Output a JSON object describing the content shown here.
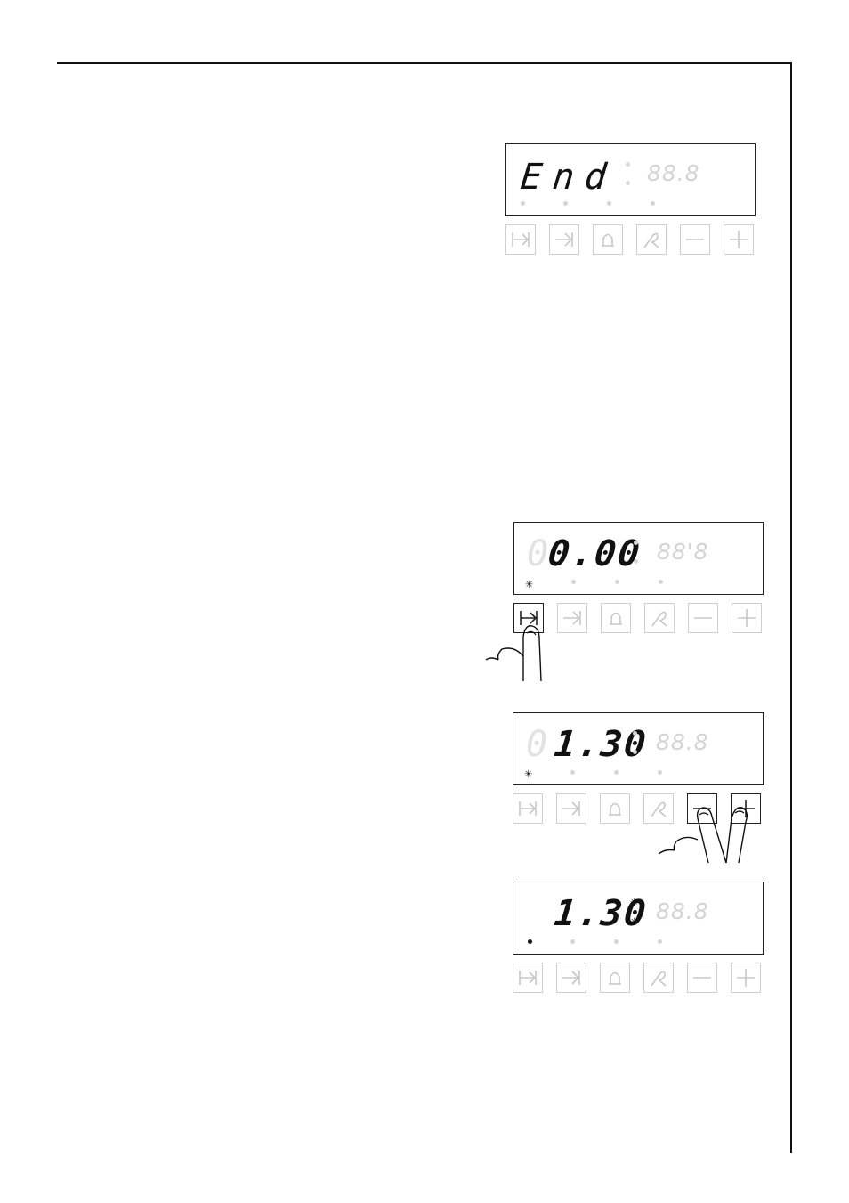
{
  "panels": [
    {
      "id": "end",
      "main_text": "End",
      "lead_digit": "",
      "temperature": "88.8",
      "pressed": []
    },
    {
      "id": "zero",
      "main_text": "0.00",
      "lead_digit": "0",
      "temperature": "88'8",
      "pressed": [
        "end-time"
      ]
    },
    {
      "id": "set",
      "main_text": "1.30",
      "lead_digit": "0",
      "temperature": "88.8",
      "pressed": [
        "minus",
        "plus"
      ]
    },
    {
      "id": "confirmed",
      "main_text": "1.30",
      "lead_digit": "",
      "temperature": "88.8",
      "pressed": []
    }
  ],
  "button_icons": [
    "end-time-icon",
    "duration-icon",
    "bell-icon",
    "function-icon",
    "minus-icon",
    "plus-icon"
  ]
}
